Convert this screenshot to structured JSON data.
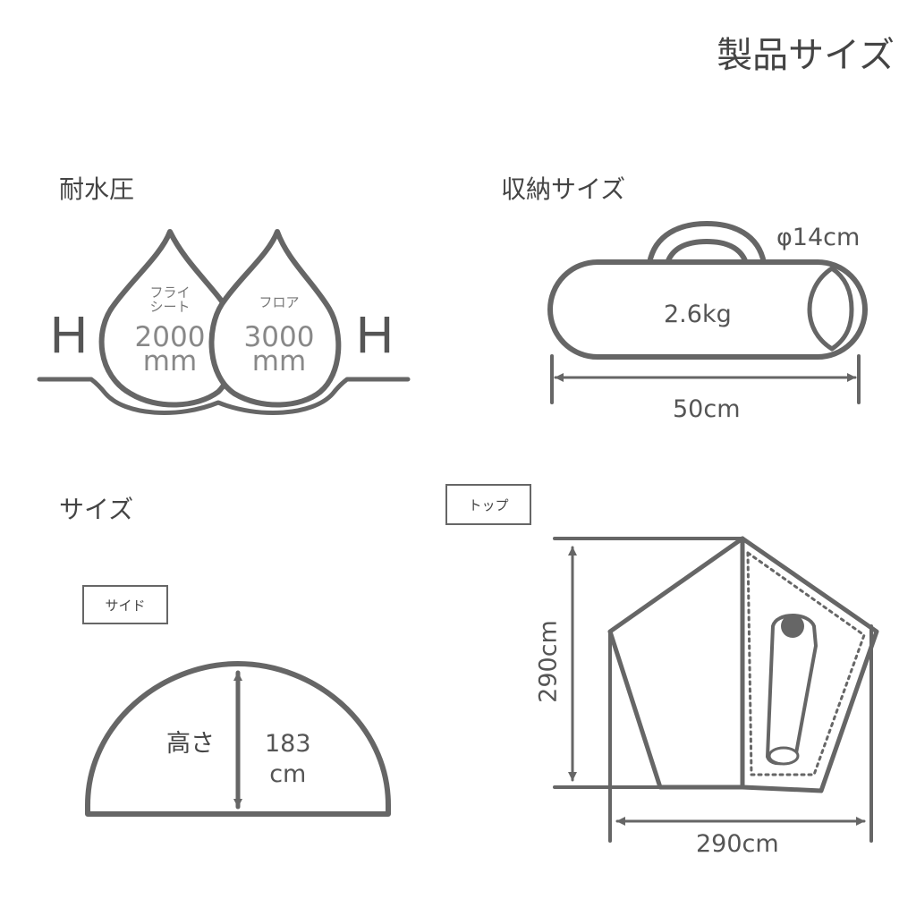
{
  "title": "製品サイズ",
  "water": {
    "heading": "耐水圧",
    "h_letter": "H",
    "fly": {
      "label_line1": "フライ",
      "label_line2": "シート",
      "value": "2000",
      "unit": "mm"
    },
    "floor": {
      "label": "フロア",
      "value": "3000",
      "unit": "mm"
    }
  },
  "storage": {
    "heading": "収納サイズ",
    "diameter": "φ14cm",
    "weight": "2.6kg",
    "length": "50cm"
  },
  "size": {
    "heading": "サイズ",
    "side_tag": "サイド",
    "height_label": "高さ",
    "height_value": "183",
    "height_unit": "cm"
  },
  "top": {
    "tag": "トップ",
    "depth": "290cm",
    "width": "290cm"
  },
  "colors": {
    "line": "#666666",
    "text": "#444444",
    "light_text": "#888888"
  }
}
